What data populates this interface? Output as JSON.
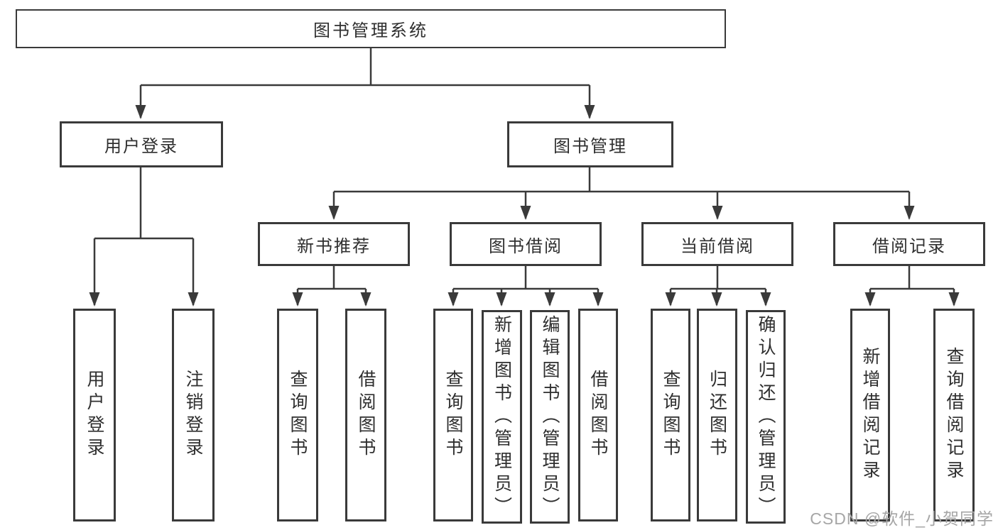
{
  "nodes": {
    "root": "图书管理系统",
    "user_login": "用户登录",
    "book_management": "图书管理",
    "new_book_recommend": "新书推荐",
    "book_borrowing": "图书借阅",
    "current_borrowing": "当前借阅",
    "borrowing_records": "借阅记录",
    "leaf_user_login": "用户登录",
    "leaf_logout": "注销登录",
    "recommend_query_books": "查询图书",
    "recommend_borrow_books": "借阅图书",
    "borrowing_query_books": "查询图书",
    "borrowing_add_books": "新增图书（管理员）",
    "borrowing_edit_books": "编辑图书（管理员）",
    "borrowing_borrow_books": "借阅图书",
    "current_query_books": "查询图书",
    "current_return_books": "归还图书",
    "current_confirm_return": "确认归还（管理员）",
    "records_add_record": "新增借阅记录",
    "records_query_record": "查询借阅记录"
  },
  "watermark": "CSDN @软件_小贺同学",
  "colors": {
    "line": "#3a3a3a",
    "text": "#2f2f2f",
    "watermark": "#a6a6a6",
    "background": "#ffffff"
  }
}
